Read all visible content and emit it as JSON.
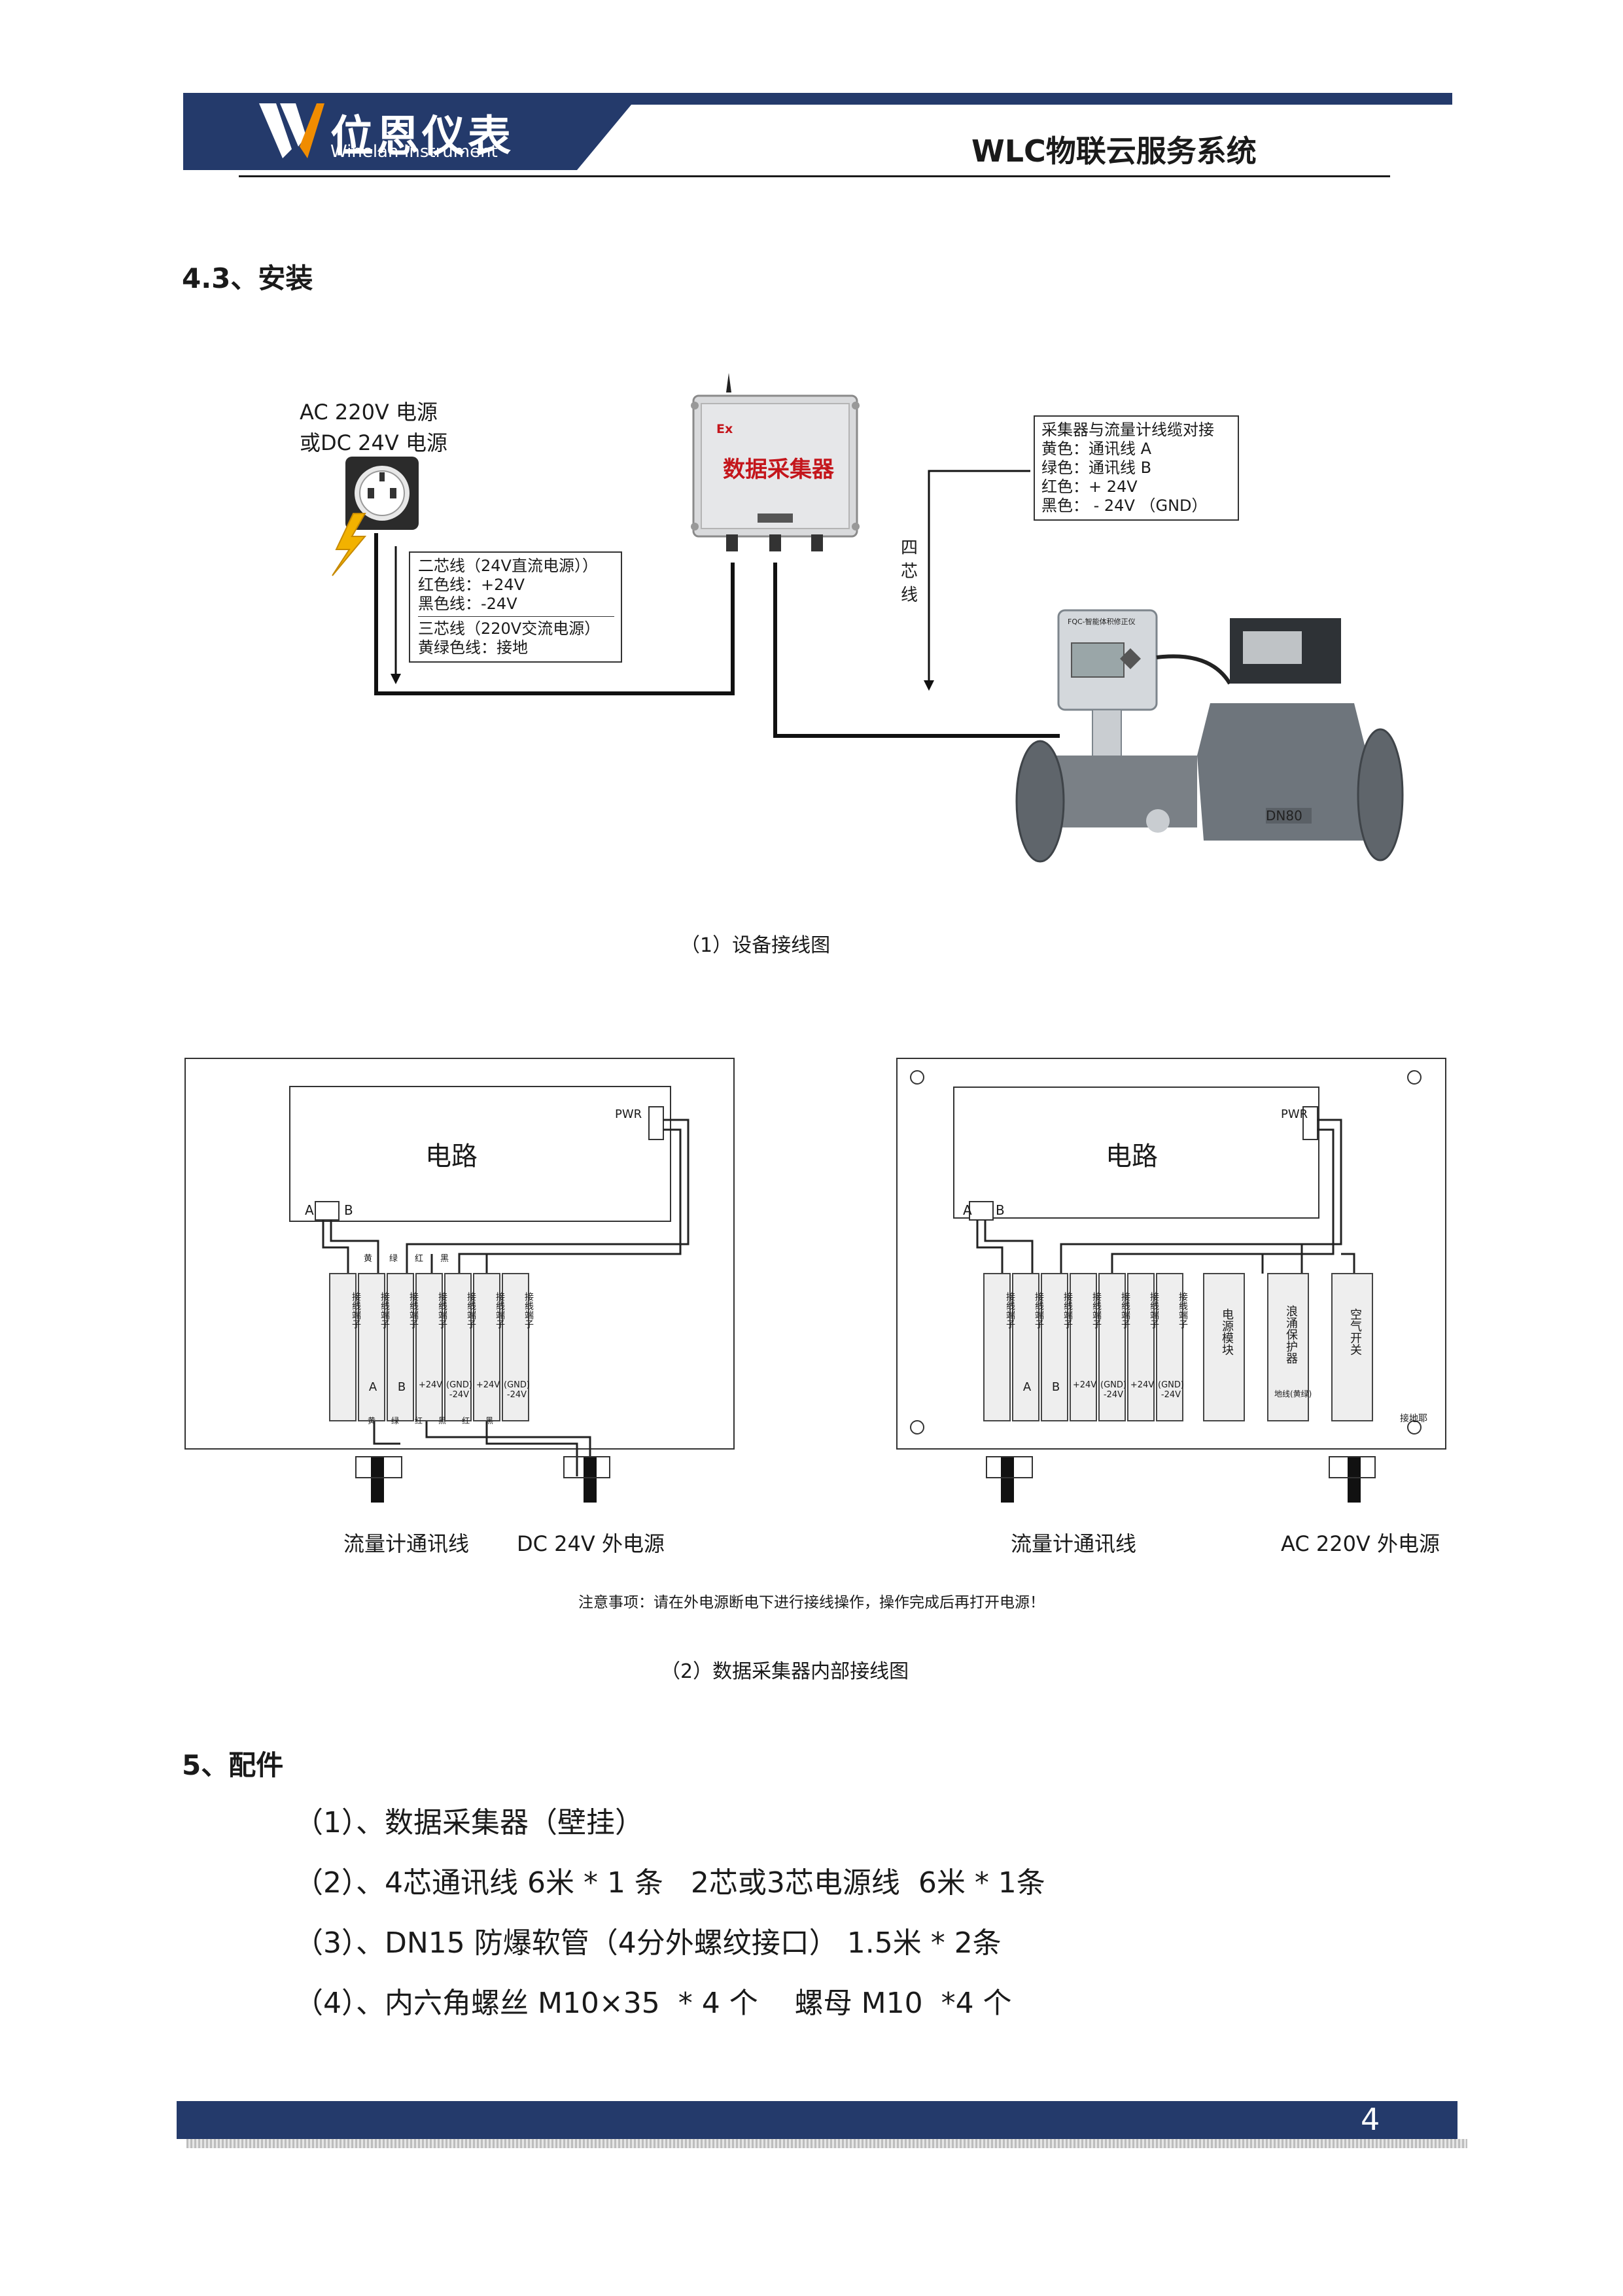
{
  "header": {
    "logo_cn": "位恩仪表",
    "logo_en": "Winelan Instrument",
    "title": "WLC物联云服务系统"
  },
  "section_43": {
    "heading": "4.3、安装"
  },
  "wiring": {
    "power_label_1": "AC 220V 电源",
    "power_label_2": "或DC 24V 电源",
    "collector_label": "数据采集器",
    "ex_mark": "Ex",
    "cable_note_1": [
      "二芯线（24V直流电源））",
      "红色线：+24V",
      "黑色线：-24V"
    ],
    "cable_note_2": [
      "三芯线（220V交流电源）",
      "黄绿色线：接地"
    ],
    "four_core": [
      "四",
      "芯",
      "线"
    ],
    "signal_note": [
      "采集器与流量计线缆对接",
      "黄色：通讯线 A",
      "绿色：通讯线 B",
      "红色：+ 24V",
      "黑色： - 24V （GND）"
    ],
    "meter_display": "FQC-智能体积修正仪",
    "meter_dn": "DN80",
    "caption": "（1）设备接线图"
  },
  "internal": {
    "left": {
      "circuit": "电路",
      "pwr": "PWR",
      "ab": [
        "A",
        "B"
      ],
      "terminal": "接线端子",
      "terminal_bottom": [
        "",
        "A",
        "B",
        "+24V",
        "(GND)\n-24V",
        "+24V",
        "(GND)\n-24V"
      ],
      "wire_top": [
        "黄",
        "绿",
        "红",
        "黑"
      ],
      "wire_bottom": [
        "黄",
        "绿",
        "红",
        "黑",
        "红",
        "黑"
      ],
      "label_1": "流量计通讯线",
      "label_2": "DC 24V 外电源"
    },
    "right": {
      "circuit": "电路",
      "pwr": "PWR",
      "ab": [
        "A",
        "B"
      ],
      "terminal": "接线端子",
      "terminal_bottom": [
        "",
        "A",
        "B",
        "+24V",
        "(GND)\n-24V",
        "+24V",
        "(GND)\n-24V"
      ],
      "module_power": "电源模块",
      "module_surge": "浪涌保护器",
      "module_switch": "空气开关",
      "ground": "接地耶",
      "ground_wire": "地线(黄绿)",
      "label_1": "流量计通讯线",
      "label_2": "AC 220V 外电源"
    },
    "note": "注意事项：请在外电源断电下进行接线操作，操作完成后再打开电源！",
    "caption": "（2）数据采集器内部接线图"
  },
  "section_5": {
    "heading": "5、配件",
    "items": [
      "（1）、数据采集器（壁挂）",
      "（2）、4芯通讯线 6米 * 1 条   2芯或3芯电源线  6米 * 1条",
      "（3）、DN15 防爆软管（4分外螺纹接口） 1.5米 * 2条",
      "（4）、内六角螺丝 M10×35  * 4 个    螺母 M10  *4 个"
    ]
  },
  "footer": {
    "page": "4"
  },
  "colors": {
    "brand": "#243a6b",
    "accent_red": "#c4161c",
    "logo_orange": "#f08c00"
  }
}
